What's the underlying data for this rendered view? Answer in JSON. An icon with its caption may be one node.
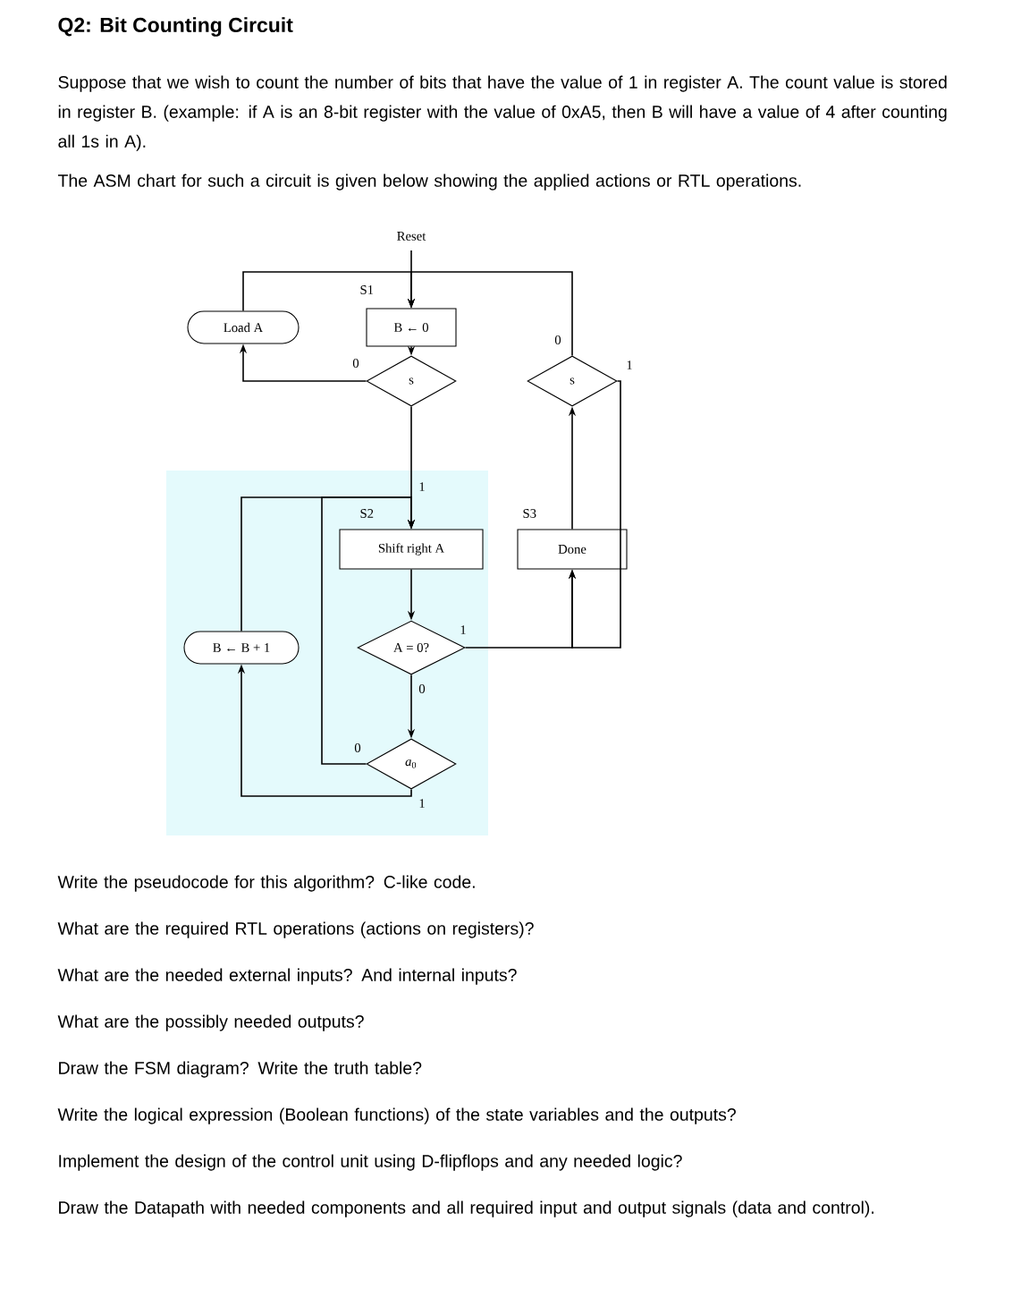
{
  "diagram": {
    "title": "Q2: Bit Counting Circuit",
    "nodes": [
      {
        "text": [
          "Load A"
        ]
      },
      {
        "text": [
          "B ← 0"
        ],
        "beside": [
          "S1"
        ]
      },
      {
        "text": [
          "s"
        ]
      },
      {
        "text": [
          "s"
        ]
      },
      {
        "text": [
          "Shift right A"
        ],
        "beside": [
          "S2"
        ]
      },
      {
        "text": [
          "Done"
        ],
        "beside": [
          "S3"
        ]
      },
      {
        "text": [
          "A = 0?"
        ]
      },
      {
        "text": [
          "B ← B + 1"
        ]
      },
      {
        "text": [
          "*a*$_{0}$"
        ]
      }
    ],
    "edges": [
      {
        "from": null,
        "to": 1,
        "arrow": "to",
        "label": "Reset"
      },
      {
        "from": 0,
        "to": 1,
        "arrow": "to"
      },
      {
        "from": 3,
        "to": 1,
        "arrow": "to",
        "label": "0"
      },
      {
        "from": 1,
        "to": 2,
        "arrow": "to"
      },
      {
        "from": 2,
        "to": 0,
        "arrow": "to",
        "label": "0"
      },
      {
        "from": 2,
        "to": 4,
        "arrow": "to",
        "label": "1"
      },
      {
        "from": 4,
        "to": 6,
        "arrow": "to"
      },
      {
        "from": 6,
        "to": 5,
        "arrow": "to",
        "label": "1"
      },
      {
        "from": 3,
        "to": 5,
        "arrow": "to",
        "label": "1"
      },
      {
        "from": 5,
        "to": 3,
        "arrow": "to"
      },
      {
        "from": 6,
        "to": 8,
        "arrow": "to",
        "label": "0"
      },
      {
        "from": 8,
        "to": 4,
        "arrow": "to",
        "label": "0"
      },
      {
        "from": 8,
        "to": 7,
        "arrow": "to",
        "label": "1"
      },
      {
        "from": 7,
        "to": 4,
        "arrow": "to"
      }
    ],
    "labels": [
      "Suppose that we wish to count the number of bits that have the value of 1 in register A. The count value is stored in register B. (example: if A is an 8-bit register with the value of 0xA5, then B will have a value of 4 after counting all 1s in A).",
      "The ASM chart for such a circuit is given below showing the applied actions or RTL operations.",
      "Write the pseudocode for this algorithm? C-like code.",
      "What are the required RTL operations (actions on registers)?",
      "What are the needed external inputs? And internal inputs?",
      "What are the possibly needed outputs?",
      "Draw the FSM diagram? Write the truth table?",
      "Write the logical expression (Boolean functions) of the state variables and the outputs?",
      "Implement the design of the control unit using D-flipflops and any needed logic?",
      "Draw the Datapath with needed components and all required input and output signals (data and control)."
    ]
  }
}
